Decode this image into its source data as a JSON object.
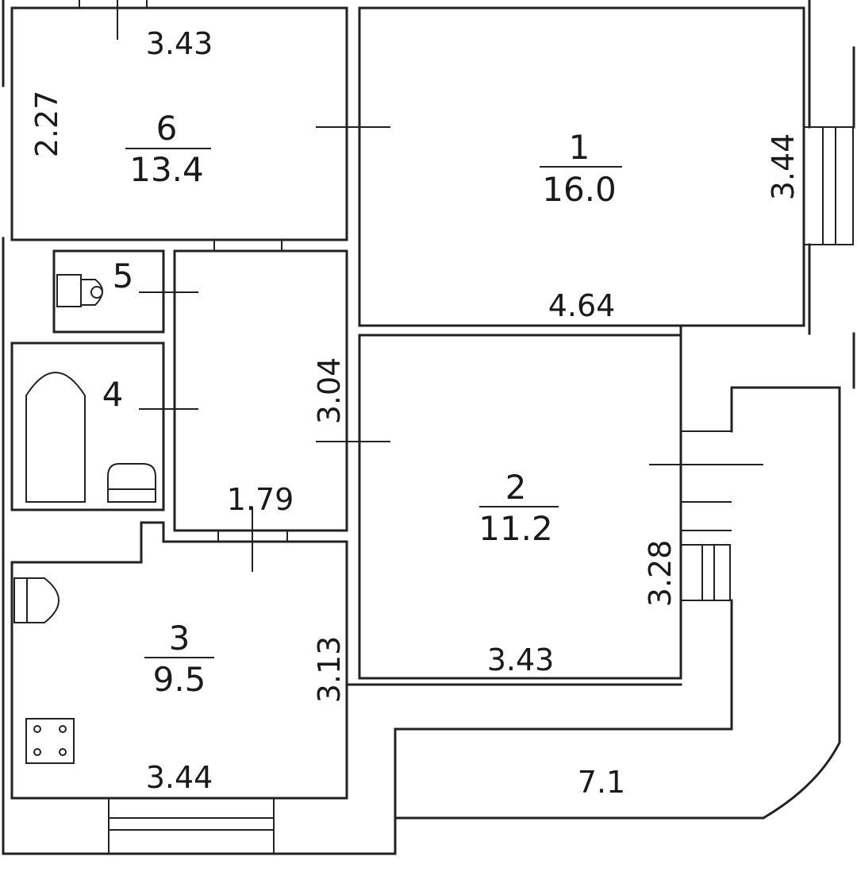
{
  "rooms": [
    {
      "id": "room-1",
      "number": "1",
      "area": "16.0"
    },
    {
      "id": "room-2",
      "number": "2",
      "area": "11.2"
    },
    {
      "id": "room-3",
      "number": "3",
      "area": "9.5"
    },
    {
      "id": "room-4",
      "number": "4"
    },
    {
      "id": "room-5",
      "number": "5"
    },
    {
      "id": "room-6",
      "number": "6",
      "area": "13.4"
    }
  ],
  "dimensions": {
    "room6_width": "3.43",
    "room6_depth": "2.27",
    "room1_depth": "3.44",
    "room1_width": "4.64",
    "hall_length": "3.04",
    "hall_width": "1.79",
    "room2_depth": "3.28",
    "room2_width": "3.43",
    "room3_depth": "3.13",
    "room3_width": "3.44",
    "loggia_length": "7.1"
  },
  "colors": {
    "line": "#222222",
    "background": "#ffffff"
  }
}
